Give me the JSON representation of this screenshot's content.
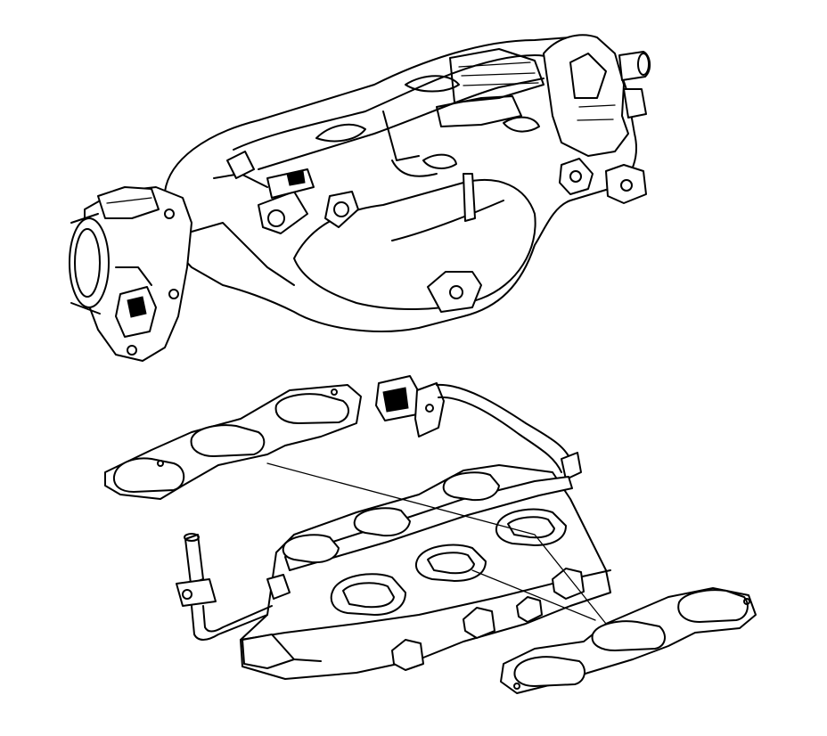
{
  "diagram": {
    "background_color": "#ffffff",
    "line_color": "#000000",
    "components": [
      "upper-intake-manifold",
      "throttle-body",
      "lower-intake-manifold",
      "intake-manifold-gasket-left",
      "intake-manifold-gasket-right",
      "fuel-rail-pipe",
      "sensor-connector"
    ]
  }
}
